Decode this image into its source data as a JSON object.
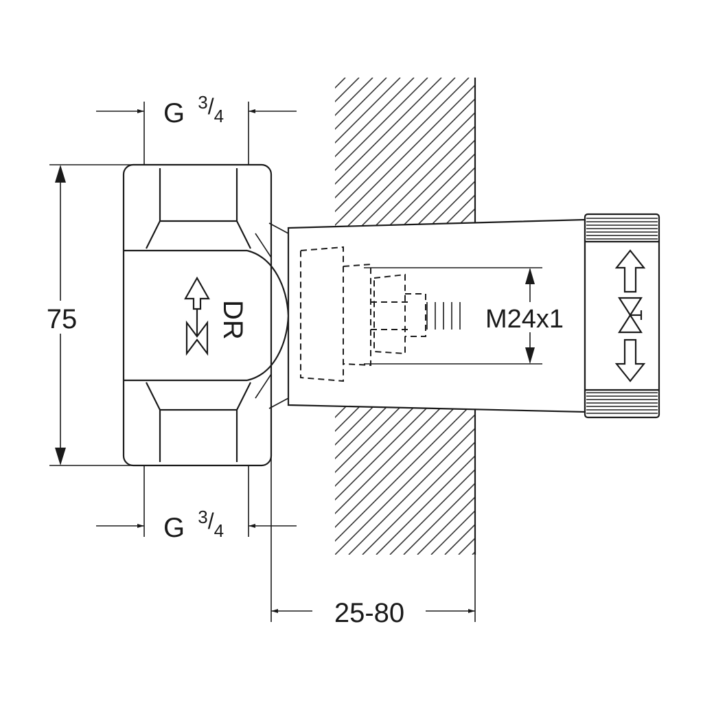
{
  "dimensions": {
    "top_thread": {
      "prefix": "G",
      "numerator": "3",
      "slash": "/",
      "denominator": "4"
    },
    "bottom_thread": {
      "prefix": "G",
      "numerator": "3",
      "slash": "/",
      "denominator": "4"
    },
    "height": "75",
    "wall_depth": "25-80",
    "spindle_thread": "M24x1"
  },
  "flow_label": "DR",
  "icons": {
    "flow_direction": "flow-arrow-icon",
    "valve_symbol": "valve-symbol-icon"
  }
}
